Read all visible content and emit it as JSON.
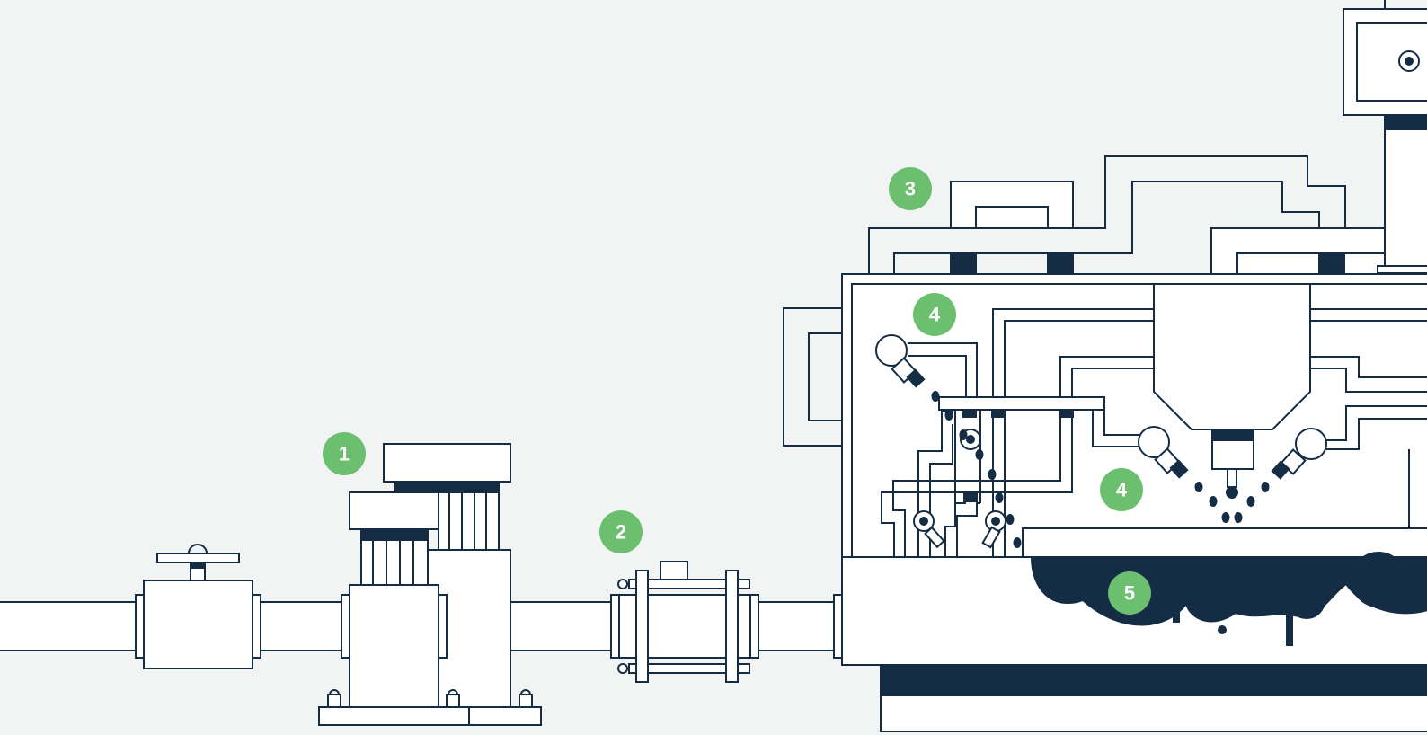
{
  "colors": {
    "background": "#f2f3f3",
    "line": "#142d45",
    "badge": "#6bbf6f",
    "badge_text": "#ffffff"
  },
  "callouts": [
    {
      "id": "valve-1",
      "label": "1"
    },
    {
      "id": "filter-unit",
      "label": "2"
    },
    {
      "id": "top-piping",
      "label": "3"
    },
    {
      "id": "left-nozzles",
      "label": "4"
    },
    {
      "id": "right-nozzles",
      "label": "4"
    },
    {
      "id": "residue-tank",
      "label": "5"
    }
  ],
  "icons": [
    "gate-valve-icon",
    "pump-icon",
    "filter-icon",
    "spray-nozzle-icon",
    "drop-icon",
    "tank-icon"
  ]
}
